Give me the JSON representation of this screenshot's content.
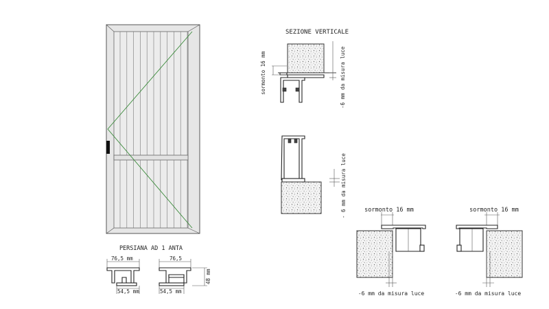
{
  "drawing": {
    "section_title": "SEZIONE VERTICALE",
    "shutter_title": "PERSIANA AD 1 ANTA",
    "dims": {
      "outer_width": "76,5",
      "outer_width_mm": "76,5 mm",
      "inner_width_mm": "54,5 mm",
      "height_mm": "48 mm"
    },
    "labels": {
      "overlap": "sormonto 16 mm",
      "clearance": "-6 mm da misura luce",
      "clearance_vertical": "- 6 mm da misura luce"
    }
  },
  "colors": {
    "frame_fill": "#e6e6e6",
    "opening_line": "#3a8a3a",
    "handle": "#111111"
  }
}
